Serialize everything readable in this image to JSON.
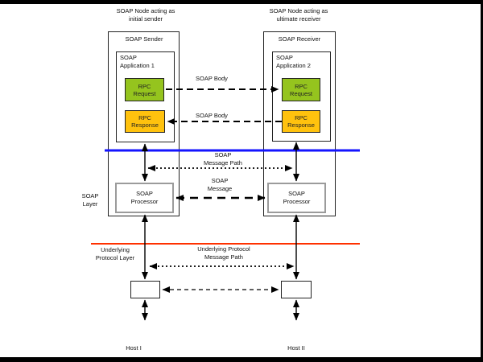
{
  "diagram": {
    "top_labels": {
      "left": {
        "line1": "SOAP Node acting as",
        "line2": "initial sender"
      },
      "right": {
        "line1": "SOAP Node acting as",
        "line2": "ultimate receiver"
      }
    },
    "sender": {
      "title": "SOAP Sender",
      "application": {
        "line1": "SOAP",
        "line2": "Application 1"
      },
      "rpc_request": {
        "line1": "RPC",
        "line2": "Request"
      },
      "rpc_response": {
        "line1": "RPC",
        "line2": "Response"
      },
      "processor": {
        "line1": "SOAP",
        "line2": "Processor"
      }
    },
    "receiver": {
      "title": "SOAP Receiver",
      "application": {
        "line1": "SOAP",
        "line2": "Application 2"
      },
      "rpc_request": {
        "line1": "RPC",
        "line2": "Request"
      },
      "rpc_response": {
        "line1": "RPC",
        "line2": "Response"
      },
      "processor": {
        "line1": "SOAP",
        "line2": "Processor"
      }
    },
    "arrow_labels": {
      "soap_body_request": "SOAP Body",
      "soap_body_response": "SOAP Body",
      "soap_message_path": {
        "line1": "SOAP",
        "line2": "Message Path"
      },
      "soap_message": {
        "line1": "SOAP",
        "line2": "Message"
      },
      "underlying_message_path": {
        "line1": "Underlying Protocol",
        "line2": "Message Path"
      }
    },
    "layer_labels": {
      "soap": {
        "line1": "SOAP",
        "line2": "Layer"
      },
      "underlying": {
        "line1": "Underlying",
        "line2": "Protocol Layer"
      }
    },
    "hosts": {
      "left": "Host I",
      "right": "Host II"
    },
    "colors": {
      "rpc_request_fill": "#95C41E",
      "rpc_response_fill": "#FFC20E",
      "soap_layer_line": "#1414FF",
      "underlying_layer_line": "#FF3100"
    }
  }
}
